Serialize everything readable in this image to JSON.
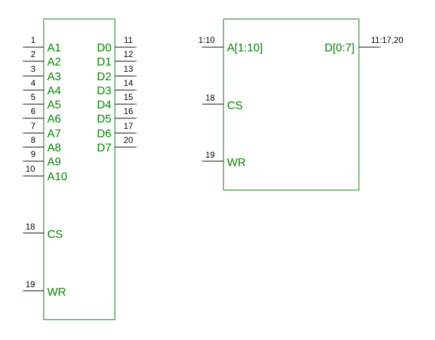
{
  "left_chip": {
    "address_pins": [
      {
        "num": "1",
        "label": "A1"
      },
      {
        "num": "2",
        "label": "A2"
      },
      {
        "num": "3",
        "label": "A3"
      },
      {
        "num": "4",
        "label": "A4"
      },
      {
        "num": "5",
        "label": "A5"
      },
      {
        "num": "6",
        "label": "A6"
      },
      {
        "num": "7",
        "label": "A7"
      },
      {
        "num": "8",
        "label": "A8"
      },
      {
        "num": "9",
        "label": "A9"
      },
      {
        "num": "10",
        "label": "A10"
      }
    ],
    "data_pins": [
      {
        "num": "11",
        "label": "D0"
      },
      {
        "num": "12",
        "label": "D1"
      },
      {
        "num": "13",
        "label": "D2"
      },
      {
        "num": "14",
        "label": "D3"
      },
      {
        "num": "15",
        "label": "D4"
      },
      {
        "num": "16",
        "label": "D5"
      },
      {
        "num": "17",
        "label": "D6"
      },
      {
        "num": "20",
        "label": "D7"
      }
    ],
    "control_pins": [
      {
        "num": "18",
        "label": "CS"
      },
      {
        "num": "19",
        "label": "WR"
      }
    ]
  },
  "right_chip": {
    "left_pins": [
      {
        "num": "1:10",
        "label": "A[1:10]"
      },
      {
        "num": "18",
        "label": "CS"
      },
      {
        "num": "19",
        "label": "WR"
      }
    ],
    "right_pins": [
      {
        "num": "11:17,20",
        "label": "D[0:7]"
      }
    ]
  },
  "colors": {
    "label": "#008000",
    "box_outline": "#007a00",
    "pin_number": "#000000",
    "pin_tick": "#c00000"
  }
}
